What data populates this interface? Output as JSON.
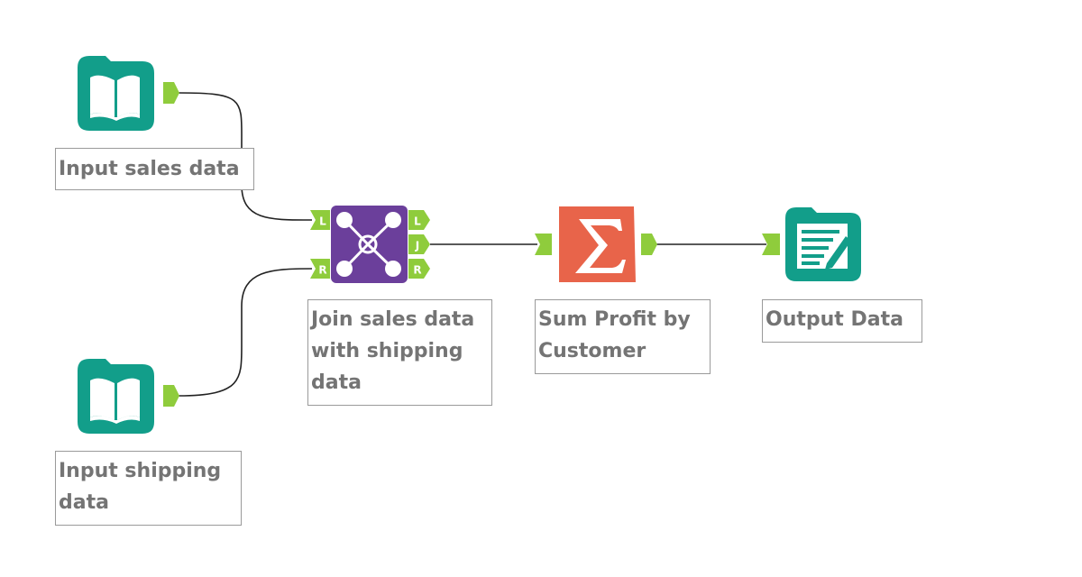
{
  "canvas": {
    "background": "#ffffff"
  },
  "tools": {
    "input_sales": {
      "icon": "book-open-icon",
      "color": "#129e8a",
      "label_lines": [
        "Input sales data"
      ]
    },
    "input_shipping": {
      "icon": "book-open-icon",
      "color": "#129e8a",
      "label_lines": [
        "Input shipping",
        "data"
      ]
    },
    "join": {
      "icon": "join-network-icon",
      "color": "#6b3f9b",
      "anchor_in": [
        "L",
        "R"
      ],
      "anchor_out": [
        "L",
        "J",
        "R"
      ],
      "label_lines": [
        "Join sales data",
        "with shipping",
        "data"
      ]
    },
    "summarize": {
      "icon": "sigma-icon",
      "color": "#e8644a",
      "label_lines": [
        "Sum Profit by",
        "Customer"
      ]
    },
    "output": {
      "icon": "output-document-icon",
      "color": "#129e8a",
      "label_lines": [
        "Output Data"
      ]
    }
  },
  "anchor_color": "#8fcc3c",
  "connection_color": "#222222"
}
